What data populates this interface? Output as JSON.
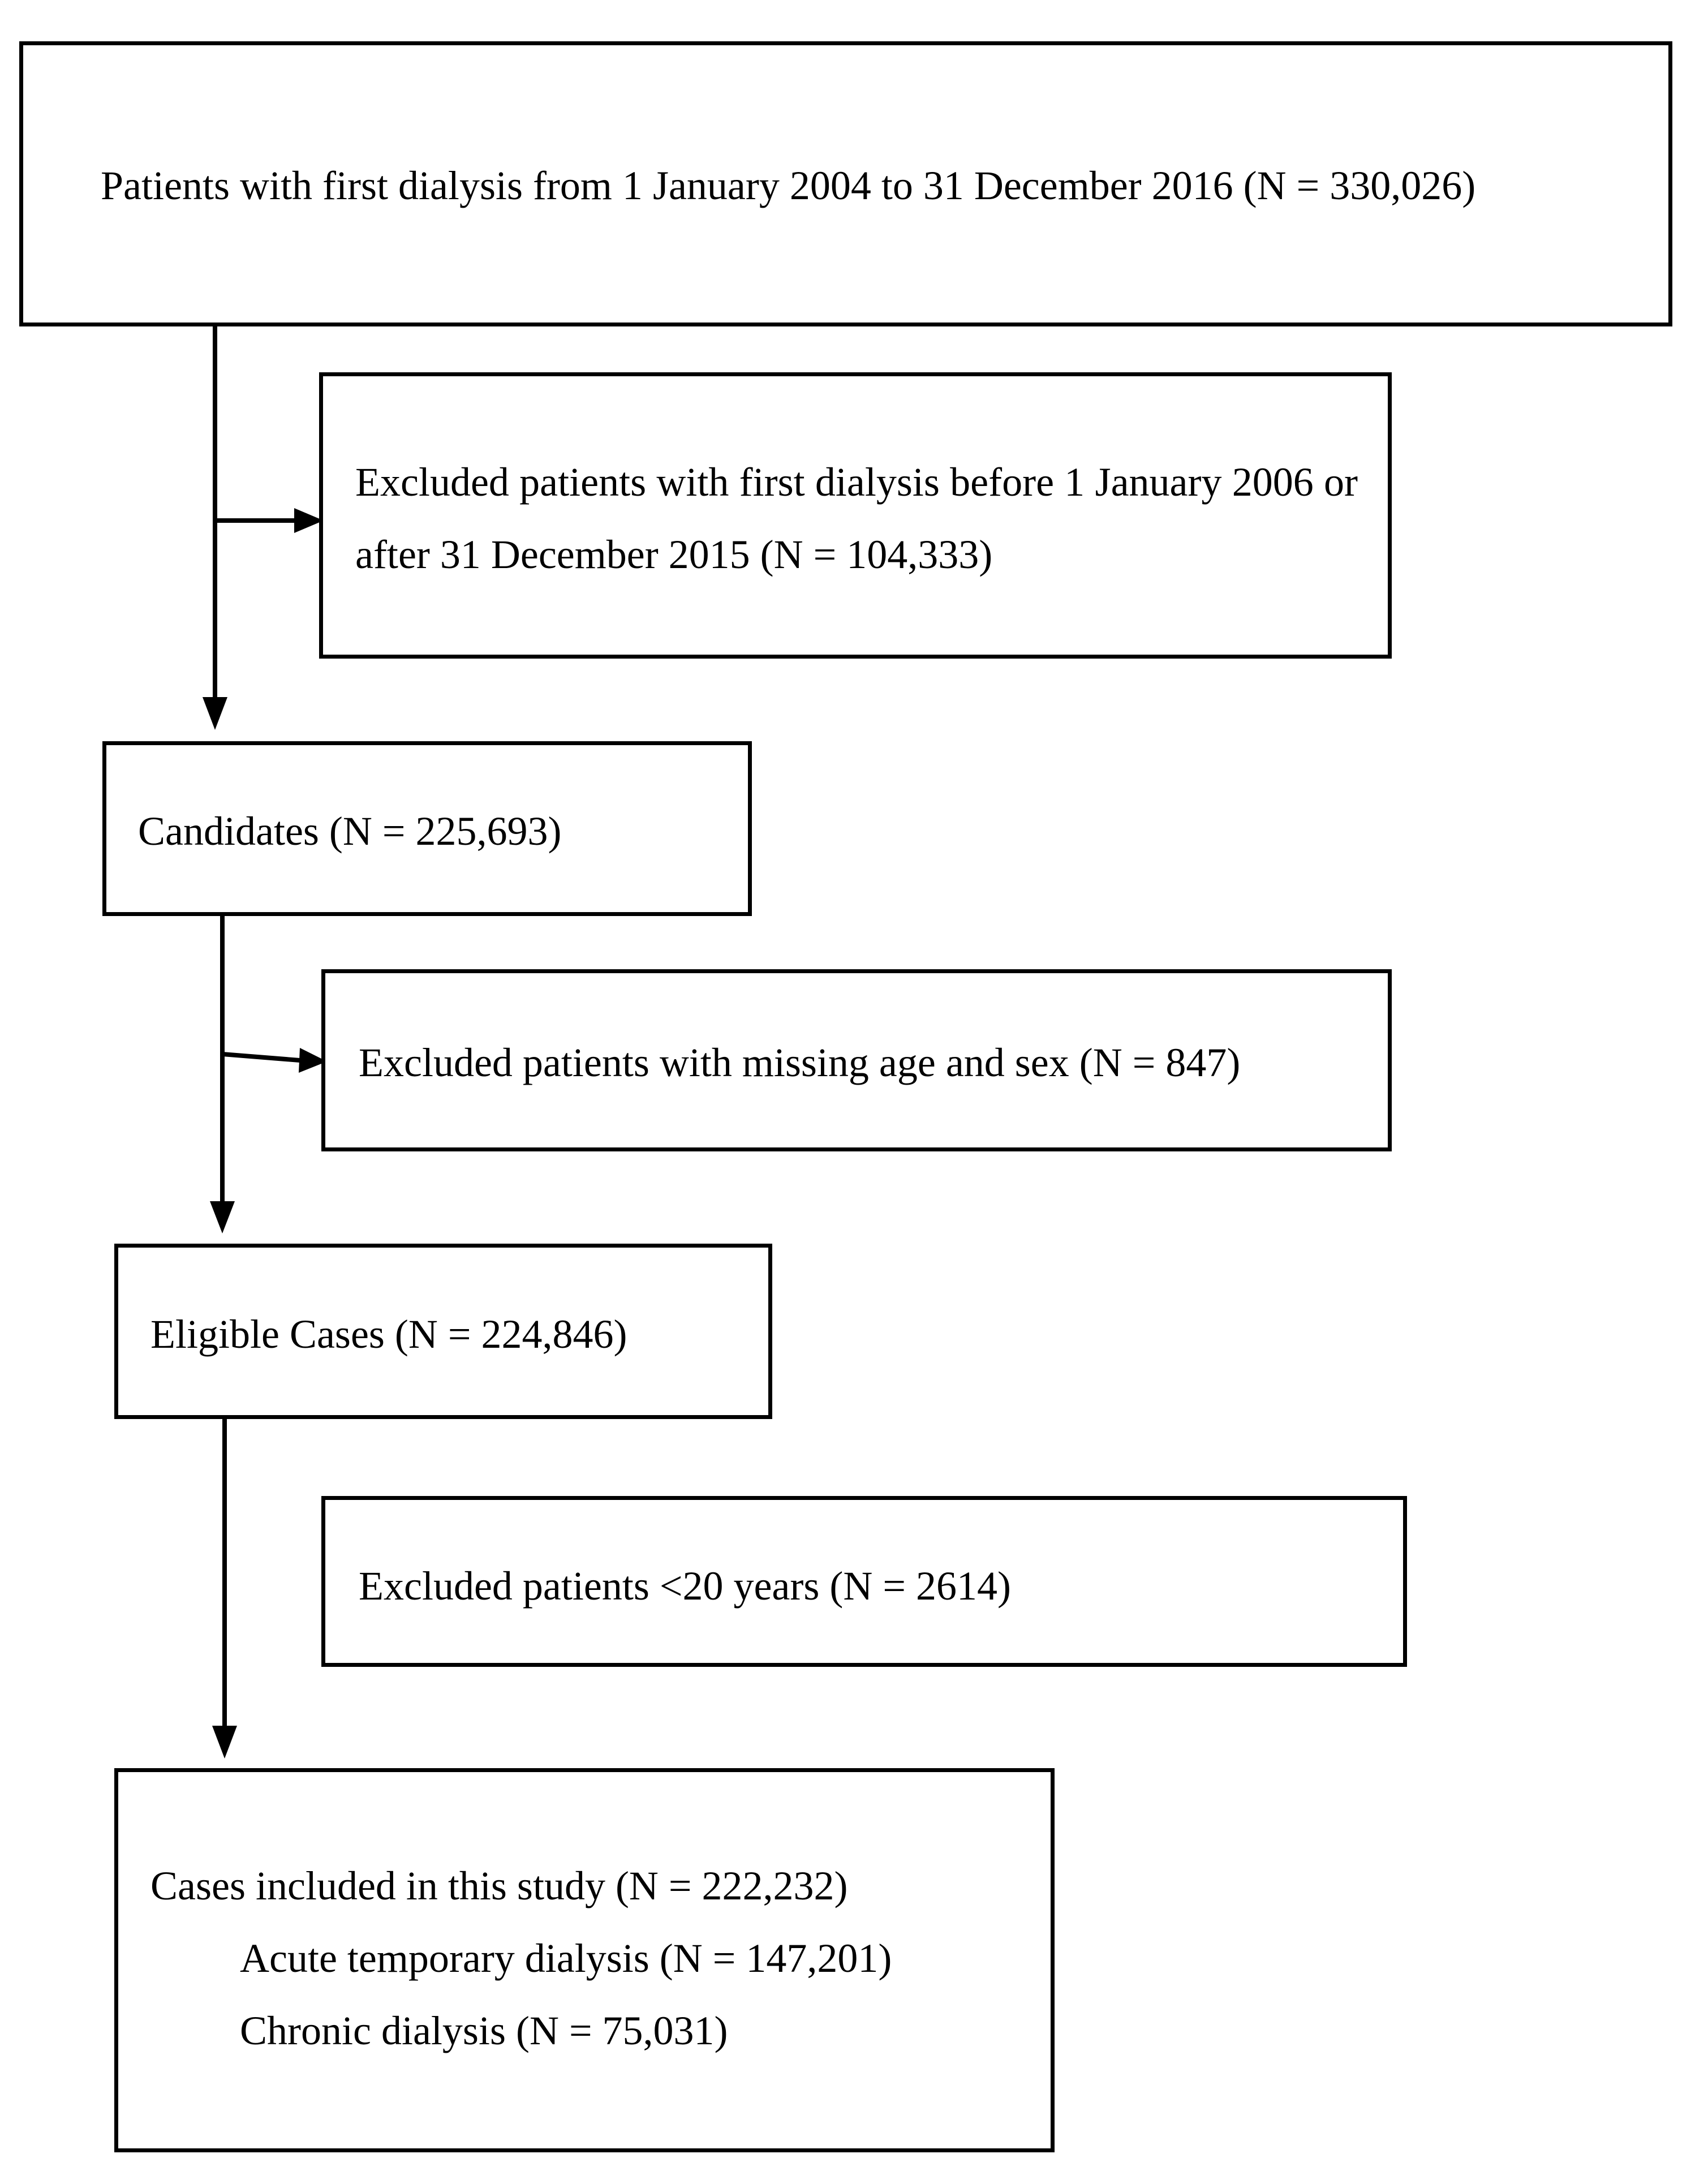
{
  "flowchart": {
    "start": {
      "label": "Patients with first dialysis from 1 January 2004 to 31 December 2016 (N = 330,026)"
    },
    "exclusion_1": {
      "label": "Excluded patients with first dialysis before 1 January 2006 or after 31 December 2015 (N = 104,333)"
    },
    "candidates": {
      "label": "Candidates (N = 225,693)"
    },
    "exclusion_2": {
      "label": "Excluded patients with missing age and sex (N = 847)"
    },
    "eligible": {
      "label": "Eligible Cases (N = 224,846)"
    },
    "exclusion_3": {
      "label": "Excluded patients <20 years (N = 2614)"
    },
    "included": {
      "label": "Cases included in this study (N = 222,232)",
      "subgroups": [
        "Acute temporary dialysis (N = 147,201)",
        "Chronic dialysis (N = 75,031)"
      ]
    }
  },
  "colors": {
    "line": "#000000",
    "background": "#ffffff"
  }
}
